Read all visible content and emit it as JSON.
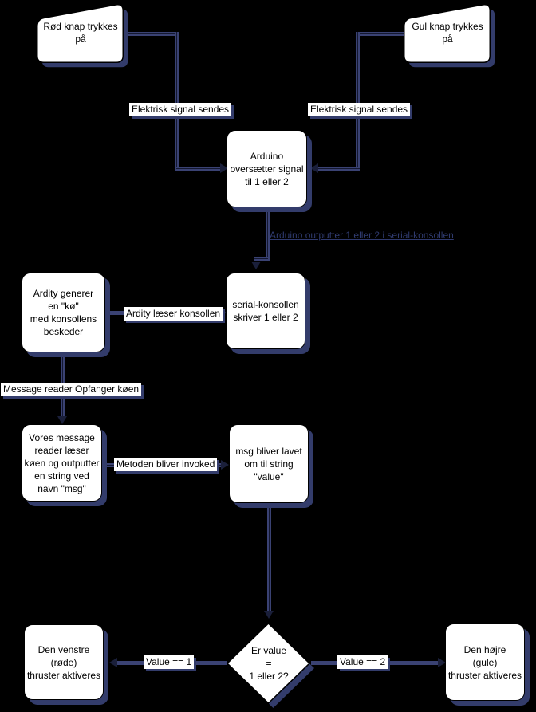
{
  "diagram": {
    "nodes": {
      "red_button": {
        "label": "Rød knap trykkes\npå"
      },
      "yellow_button": {
        "label": "Gul knap trykkes\npå"
      },
      "arduino": {
        "label": "Arduino\noversætter signal\ntil 1 eller 2"
      },
      "serial_console": {
        "label": "serial-konsollen\nskriver 1 eller 2"
      },
      "ardity": {
        "label": "Ardity generer\nen \"kø\"\nmed konsollens\nbeskeder"
      },
      "message_reader": {
        "label": "Vores message\nreader læser\nkøen og outputter\nen string ved\nnavn \"msg\""
      },
      "msg_to_value": {
        "label": "msg bliver lavet\nom til string\n\"value\""
      },
      "value_decision": {
        "label": "Er value\n=\n1 eller 2?"
      },
      "left_thruster": {
        "label": "Den venstre\n(røde)\nthruster aktiveres"
      },
      "right_thruster": {
        "label": "Den højre\n(gule)\nthruster aktiveres"
      }
    },
    "edge_labels": {
      "electric_left": "Elektrisk signal sendes",
      "electric_right": "Elektrisk signal sendes",
      "arduino_output": "Arduino outputter 1 eller 2 i serial-konsollen",
      "ardity_reads": "Ardity læser konsollen",
      "message_catches": "Message reader Opfanger køen",
      "method_invoked": "Metoden bliver invoked",
      "value_1": "Value == 1",
      "value_2": "Value == 2"
    },
    "colors": {
      "background": "#000000",
      "node_fill": "#ffffff",
      "node_border": "#000000",
      "shadow": "#333c6b",
      "connector": "#3a4273",
      "connector_core": "#141831",
      "arrow": "#1a1f3a",
      "blue_label_text": "#2f3a6e"
    }
  }
}
